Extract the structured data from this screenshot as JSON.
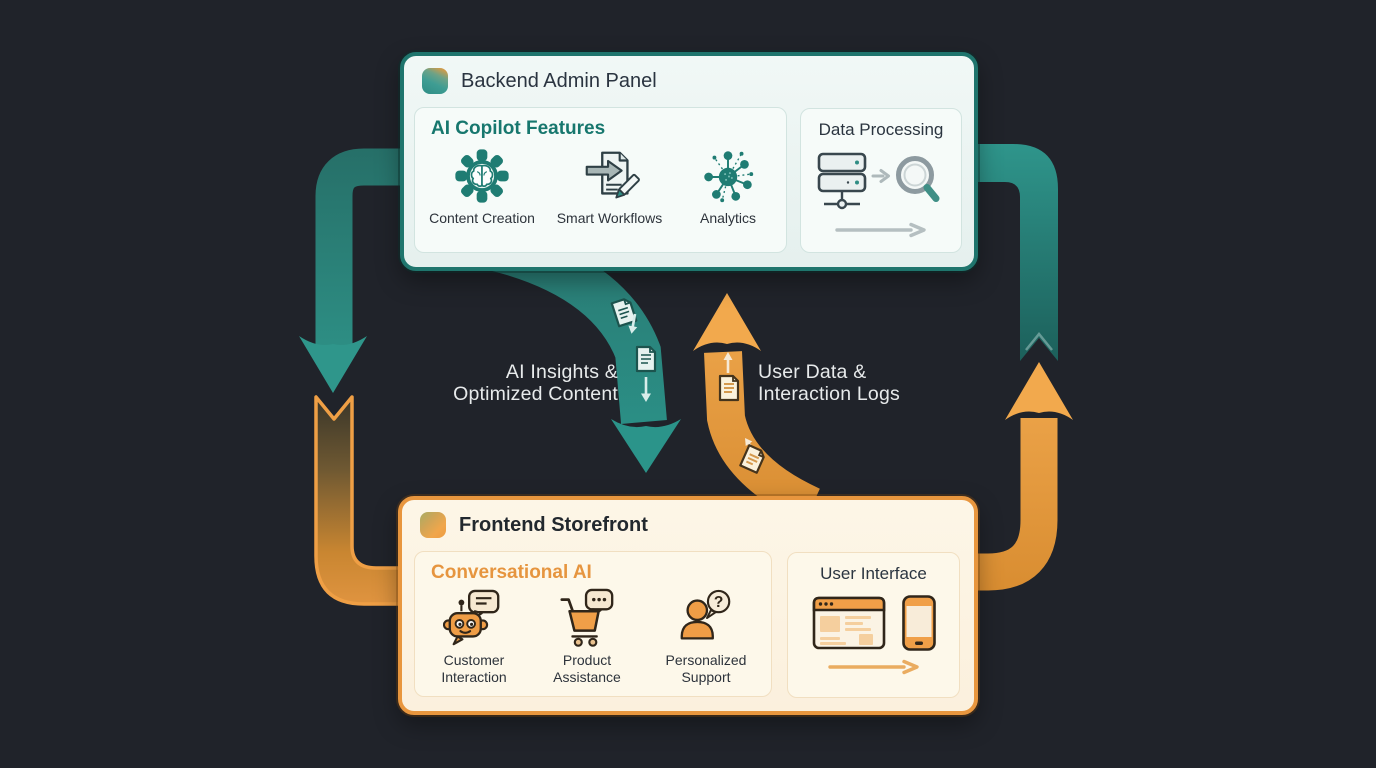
{
  "canvas": {
    "background": "#20232a"
  },
  "backend_panel": {
    "title": "Backend Admin Panel",
    "border_color": "#1f756d",
    "cards": [
      {
        "title": "AI Copilot Features",
        "title_color": "#17776e",
        "items": [
          {
            "label": "Content Creation",
            "icon": "gear-brain-icon"
          },
          {
            "label": "Smart Workflows",
            "icon": "document-arrow-pencil-icon"
          },
          {
            "label": "Analytics",
            "icon": "network-nodes-icon"
          }
        ]
      },
      {
        "title": "Data Processing",
        "icons": [
          "server-stack-icon",
          "flow-arrow-icon",
          "magnifier-icon",
          "arrow-right-icon"
        ]
      }
    ]
  },
  "frontend_panel": {
    "title": "Frontend Storefront",
    "border_color": "#e8963e",
    "cards": [
      {
        "title": "Conversational AI",
        "title_color": "#e6953f",
        "items": [
          {
            "label": "Customer Interaction",
            "icon": "chatbot-icon"
          },
          {
            "label": "Product Assistance",
            "icon": "shopping-cart-chat-icon"
          },
          {
            "label": "Personalized Support",
            "icon": "person-question-icon",
            "bubble_text": "?"
          }
        ]
      },
      {
        "title": "User Interface",
        "icons": [
          "browser-window-icon",
          "smartphone-icon",
          "arrow-right-icon"
        ]
      }
    ]
  },
  "flows": {
    "ai_insights": {
      "line1": "AI Insights &",
      "line2": "Optimized Content",
      "color": "#2b8d84",
      "direction": "backend-to-frontend"
    },
    "user_data": {
      "line1": "User Data &",
      "line2": "Interaction Logs",
      "color": "#eda04a",
      "direction": "frontend-to-backend"
    }
  }
}
